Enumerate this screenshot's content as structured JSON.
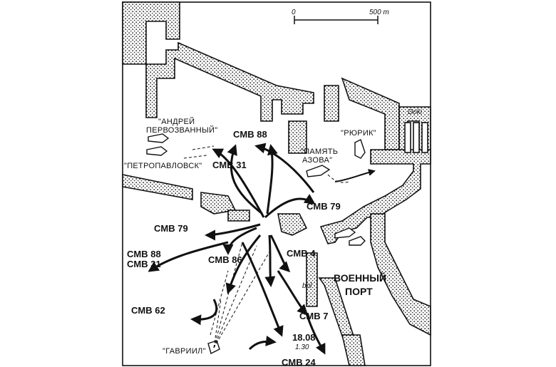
{
  "scale": {
    "zero": "0",
    "max": "500 m"
  },
  "areas": {
    "docks": "Doki",
    "naval_port_l1": "ВОЕННЫЙ",
    "naval_port_l2": "ПОРТ"
  },
  "ships": {
    "andrei_l1": "\"АНДРЕЙ",
    "andrei_l2": "ПЕРВОЗВАННЫЙ\"",
    "petropavlovsk": "\"ПЕТРОПАВЛОВСК\"",
    "pamyat_l1": "\"ПАМЯТЬ",
    "pamyat_l2": "АЗОВА\"",
    "ryurik": "\"РЮРИК\"",
    "gavriil": "\"ГАВРИИЛ\""
  },
  "boats": {
    "cmb88_top": "CMB 88",
    "cmb31_top": "CMB 31",
    "cmb79_right": "CMB 79",
    "cmb79_left": "CMB 79",
    "cmb88_left": "CMB 88",
    "cmb31_left": "CMB 31",
    "cmb86": "CMB 86",
    "cmb4": "CMB 4",
    "cmb7": "CMB 7",
    "cmb62": "CMB 62",
    "cmb24": "CMB 24"
  },
  "annotations": {
    "date": "18.08",
    "time": "1.30",
    "boom": "bol"
  }
}
